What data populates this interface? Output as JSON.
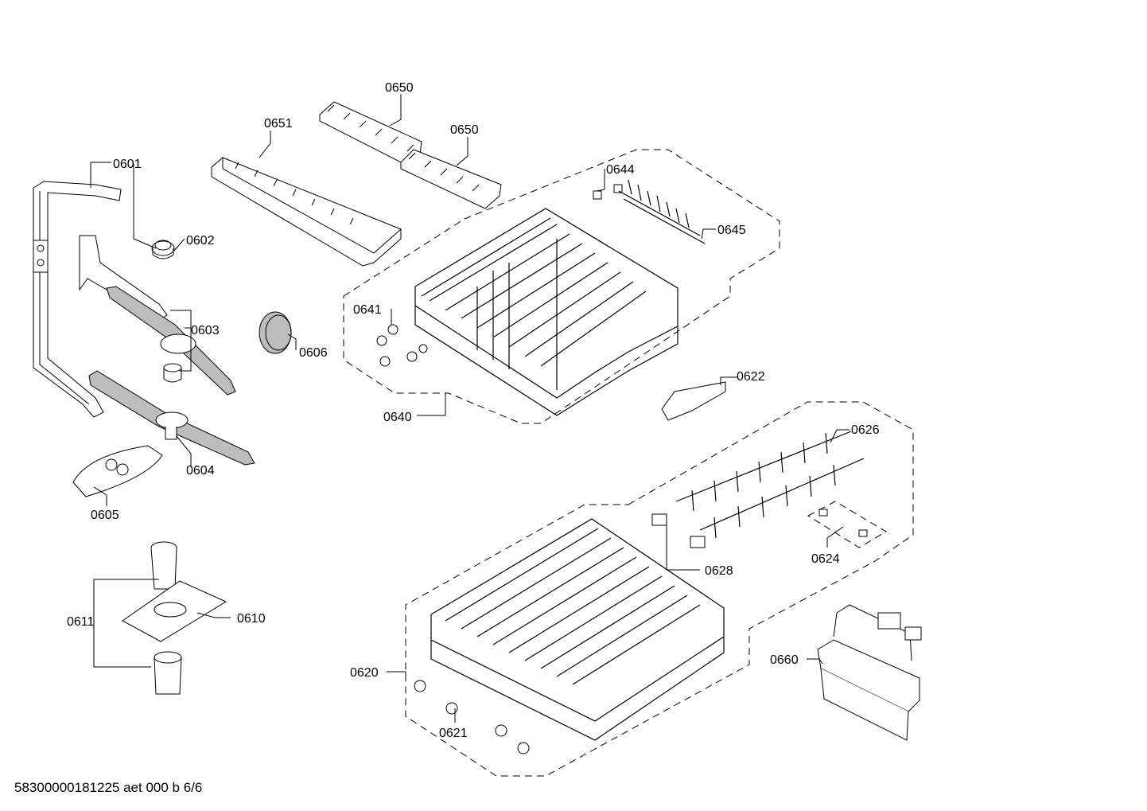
{
  "diagram": {
    "footer": "58300000181225 aet 000 b 6/6",
    "callouts": {
      "c0601": "0601",
      "c0602": "0602",
      "c0603": "0603",
      "c0604": "0604",
      "c0605": "0605",
      "c0606": "0606",
      "c0610": "0610",
      "c0611": "0611",
      "c0620": "0620",
      "c0621": "0621",
      "c0622": "0622",
      "c0624": "0624",
      "c0626": "0626",
      "c0628": "0628",
      "c0640": "0640",
      "c0641": "0641",
      "c0644": "0644",
      "c0645": "0645",
      "c0650a": "0650",
      "c0650b": "0650",
      "c0651": "0651",
      "c0660": "0660"
    }
  }
}
